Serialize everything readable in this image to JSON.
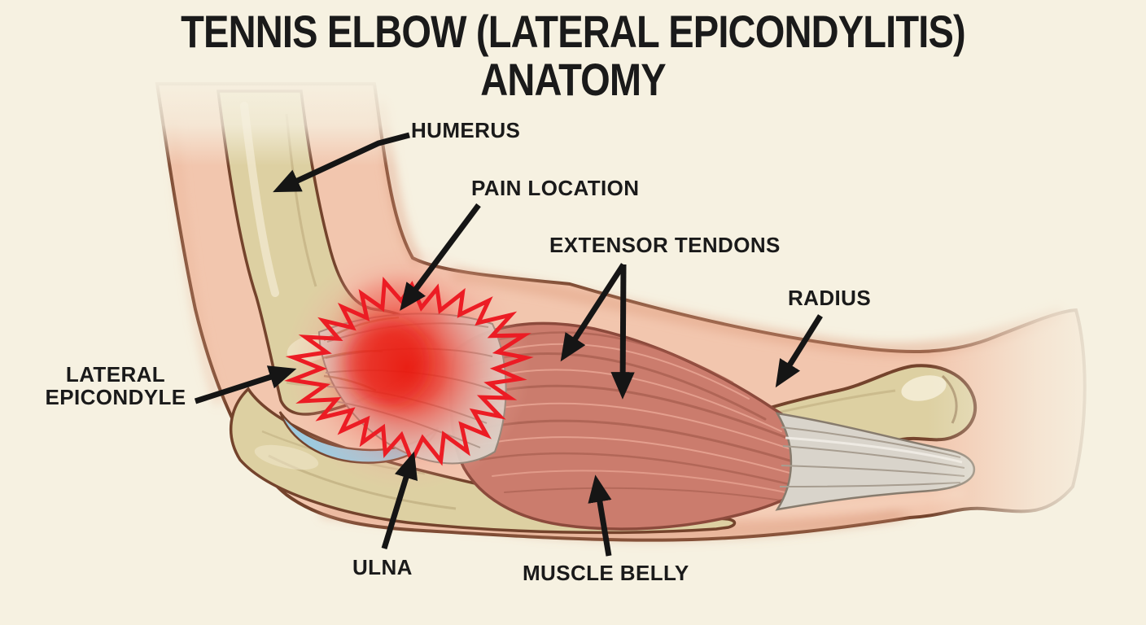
{
  "title": "TENNIS ELBOW (LATERAL EPICONDYLITIS) ANATOMY",
  "labels": {
    "humerus": "HUMERUS",
    "pain_location": "PAIN LOCATION",
    "extensor_tendons": "EXTENSOR TENDONS",
    "radius": "RADIUS",
    "lateral_epicondyle": "LATERAL EPICONDYLE",
    "ulna": "ULNA",
    "muscle_belly": "MUSCLE BELLY"
  },
  "colors": {
    "background": "#f6f1e1",
    "ink": "#1a1a1a",
    "skin": "#f2c6ae",
    "skin_shadow": "#e2a687",
    "outline": "#74432c",
    "bone": "#ddd0a2",
    "bone_highlight": "#f3ecd2",
    "muscle": "#cb7c6d",
    "muscle_dark": "#9e5647",
    "tendon": "#d9d4cb",
    "cartilage": "#9ccadf",
    "pain_red": "#ec1c24"
  }
}
